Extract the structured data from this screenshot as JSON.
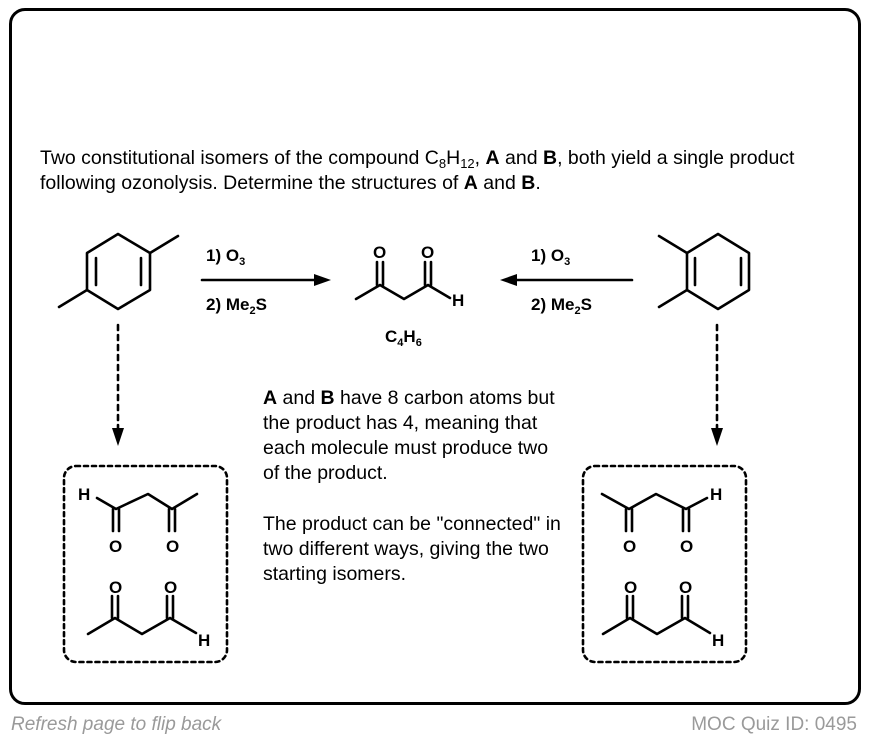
{
  "question": {
    "text_1": "Two constitutional isomers of the compound C",
    "c_sub": "8",
    "text_2": "H",
    "h_sub": "12",
    "text_3": ", ",
    "a_bold": "A",
    "text_4": " and ",
    "b_bold": "B",
    "text_5": ", both yield a single product following ozonolysis. Determine the structures of ",
    "a_bold_2": "A",
    "text_6": " and ",
    "b_bold_2": "B",
    "text_7": "."
  },
  "reaction": {
    "left_step1": "1) O",
    "left_step1_sub": "3",
    "left_step2": "2) Me",
    "left_step2_sub": "2",
    "left_step2_end": "S",
    "right_step1": "1) O",
    "right_step1_sub": "3",
    "right_step2": "2) Me",
    "right_step2_sub": "2",
    "right_step2_end": "S",
    "product_formula_c": "C",
    "product_formula_c_sub": "4",
    "product_formula_h": "H",
    "product_formula_h_sub": "6"
  },
  "atoms": {
    "oxygen": "O",
    "hydrogen": "H"
  },
  "explanation": {
    "para1_a": "A",
    "para1_mid": " and ",
    "para1_b": "B",
    "para1_rest": " have 8 carbon atoms but the product has 4, meaning that each molecule must produce two of the product.",
    "para2": "The product can be \"connected\" in two different ways, giving the two starting isomers."
  },
  "footer": {
    "left": "Refresh page to flip back",
    "right": "MOC Quiz ID: 0495"
  }
}
